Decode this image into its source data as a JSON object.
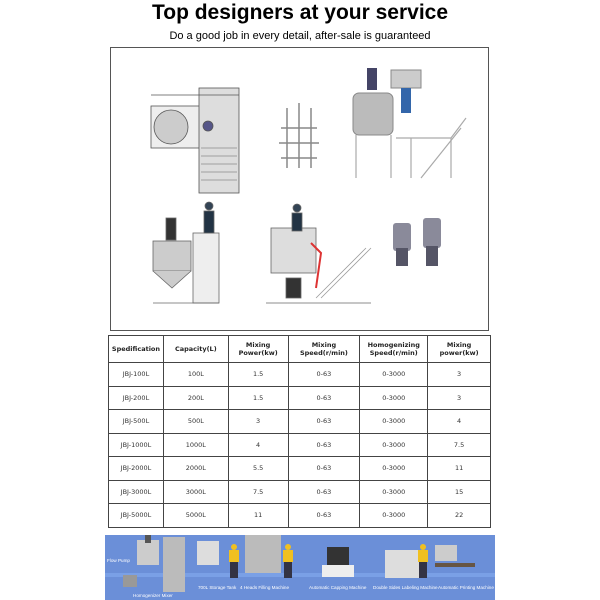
{
  "header": {
    "title": "Top designers at your service",
    "subtitle": "Do a good job in every detail, after-sale is guaranteed"
  },
  "table": {
    "columns": [
      "Spedification",
      "Capacity(L)",
      "Mixing Power(kw)",
      "Mixing Speed(r/min)",
      "Homogenizing Speed(r/min)",
      "Mixing power(kw)"
    ],
    "rows": [
      [
        "JBJ-100L",
        "100L",
        "1.5",
        "0-63",
        "0-3000",
        "3"
      ],
      [
        "JBJ-200L",
        "200L",
        "1.5",
        "0-63",
        "0-3000",
        "3"
      ],
      [
        "JBJ-500L",
        "500L",
        "3",
        "0-63",
        "0-3000",
        "4"
      ],
      [
        "JBJ-1000L",
        "1000L",
        "4",
        "0-63",
        "0-3000",
        "7.5"
      ],
      [
        "JBJ-2000L",
        "2000L",
        "5.5",
        "0-63",
        "0-3000",
        "11"
      ],
      [
        "JBJ-3000L",
        "3000L",
        "7.5",
        "0-63",
        "0-3000",
        "15"
      ],
      [
        "JBJ-5000L",
        "5000L",
        "11",
        "0-63",
        "0-3000",
        "22"
      ]
    ]
  },
  "banner": {
    "labels": [
      "Flow Pump",
      "Homogenizer Mixer",
      "700L Storage Tank",
      "4 Heads Filling Machine",
      "Automatic Capping Machine",
      "Double Sides Labeling Machine",
      "Automatic Printing Machine"
    ],
    "color": "#6b8fd8"
  }
}
